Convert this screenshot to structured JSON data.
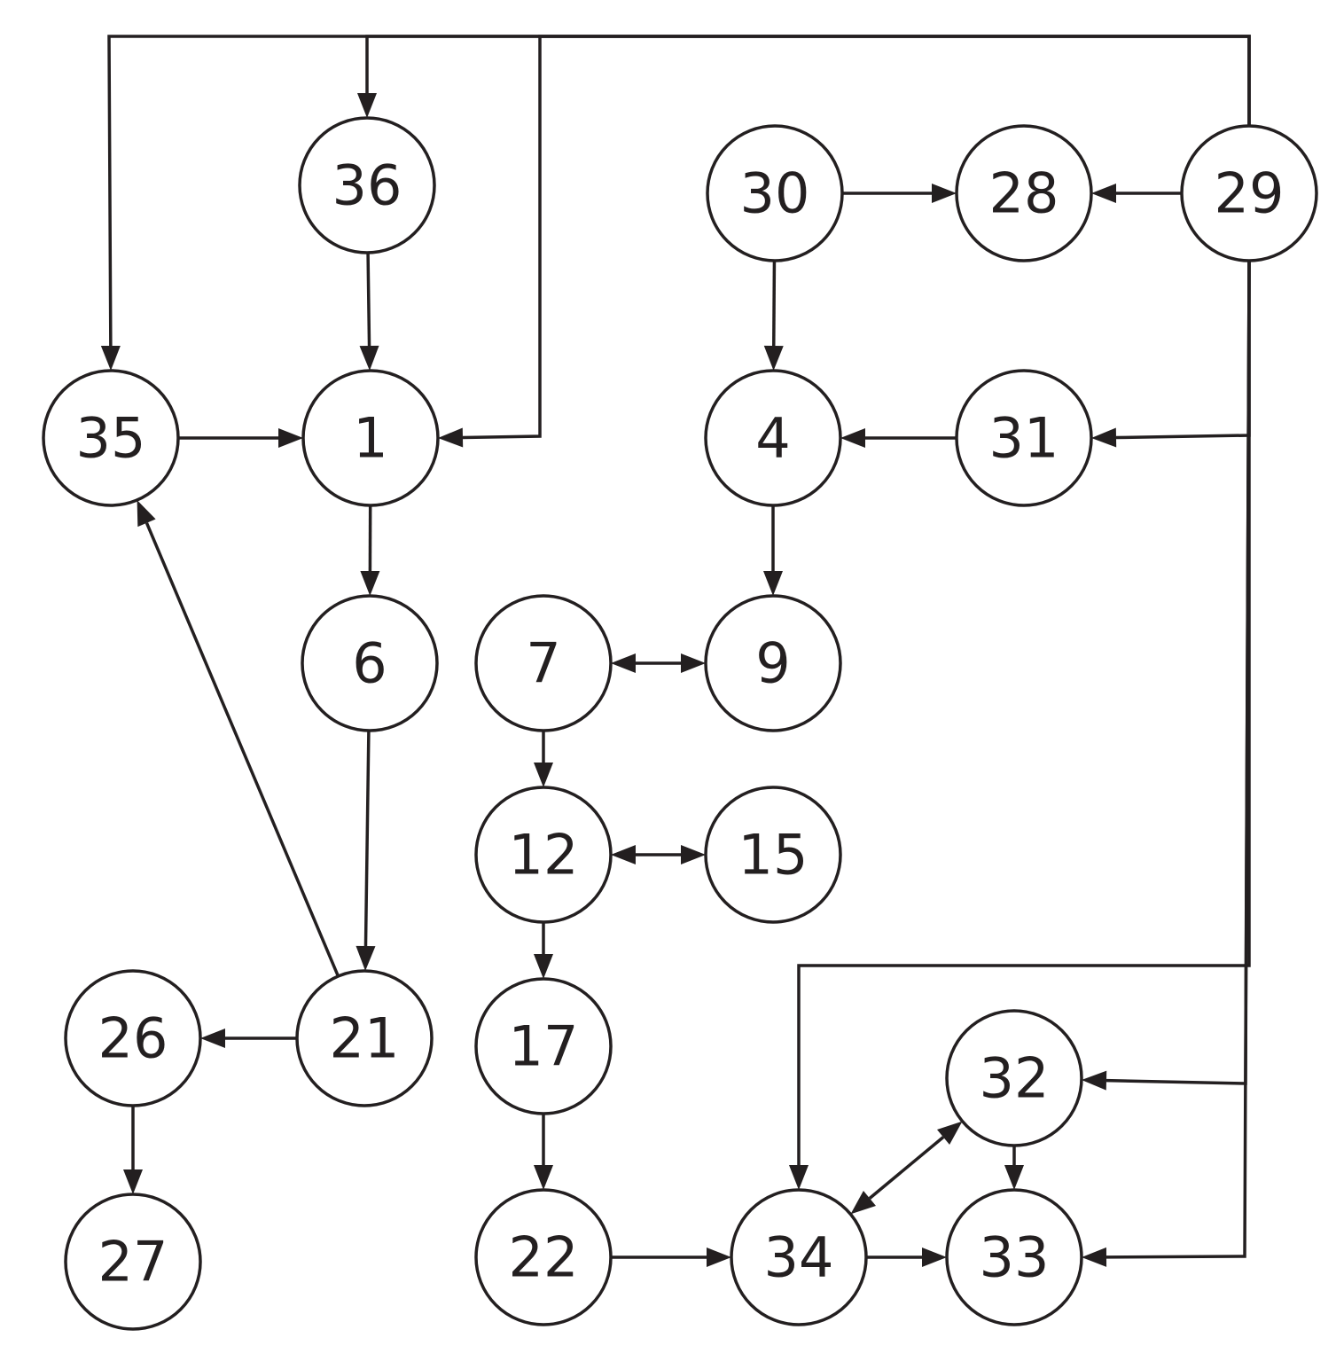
{
  "colors": {
    "stroke": "#231f20",
    "background": "#ffffff"
  },
  "nodes": [
    {
      "id": "36",
      "label": "36"
    },
    {
      "id": "30",
      "label": "30"
    },
    {
      "id": "28",
      "label": "28"
    },
    {
      "id": "29",
      "label": "29"
    },
    {
      "id": "35",
      "label": "35"
    },
    {
      "id": "1",
      "label": "1"
    },
    {
      "id": "4",
      "label": "4"
    },
    {
      "id": "31",
      "label": "31"
    },
    {
      "id": "6",
      "label": "6"
    },
    {
      "id": "7",
      "label": "7"
    },
    {
      "id": "9",
      "label": "9"
    },
    {
      "id": "12",
      "label": "12"
    },
    {
      "id": "15",
      "label": "15"
    },
    {
      "id": "17",
      "label": "17"
    },
    {
      "id": "21",
      "label": "21"
    },
    {
      "id": "26",
      "label": "26"
    },
    {
      "id": "27",
      "label": "27"
    },
    {
      "id": "22",
      "label": "22"
    },
    {
      "id": "34",
      "label": "34"
    },
    {
      "id": "33",
      "label": "33"
    },
    {
      "id": "32",
      "label": "32"
    }
  ],
  "edges": [
    {
      "from": "29",
      "to": "35"
    },
    {
      "from": "29",
      "to": "36"
    },
    {
      "from": "29",
      "to": "1"
    },
    {
      "from": "29",
      "to": "28"
    },
    {
      "from": "30",
      "to": "28"
    },
    {
      "from": "30",
      "to": "4"
    },
    {
      "from": "36",
      "to": "1"
    },
    {
      "from": "35",
      "to": "1"
    },
    {
      "from": "31",
      "to": "4"
    },
    {
      "from": "29",
      "to": "31"
    },
    {
      "from": "1",
      "to": "6"
    },
    {
      "from": "4",
      "to": "9"
    },
    {
      "from": "7",
      "to": "9",
      "bidirectional": true
    },
    {
      "from": "7",
      "to": "12"
    },
    {
      "from": "12",
      "to": "15",
      "bidirectional": true
    },
    {
      "from": "12",
      "to": "17"
    },
    {
      "from": "6",
      "to": "21"
    },
    {
      "from": "21",
      "to": "35"
    },
    {
      "from": "21",
      "to": "26"
    },
    {
      "from": "26",
      "to": "27"
    },
    {
      "from": "17",
      "to": "22"
    },
    {
      "from": "22",
      "to": "34"
    },
    {
      "from": "34",
      "to": "33"
    },
    {
      "from": "32",
      "to": "34",
      "bidirectional": true
    },
    {
      "from": "32",
      "to": "33"
    },
    {
      "from": "29",
      "to": "34"
    },
    {
      "from": "29",
      "to": "32"
    },
    {
      "from": "29",
      "to": "33"
    }
  ]
}
